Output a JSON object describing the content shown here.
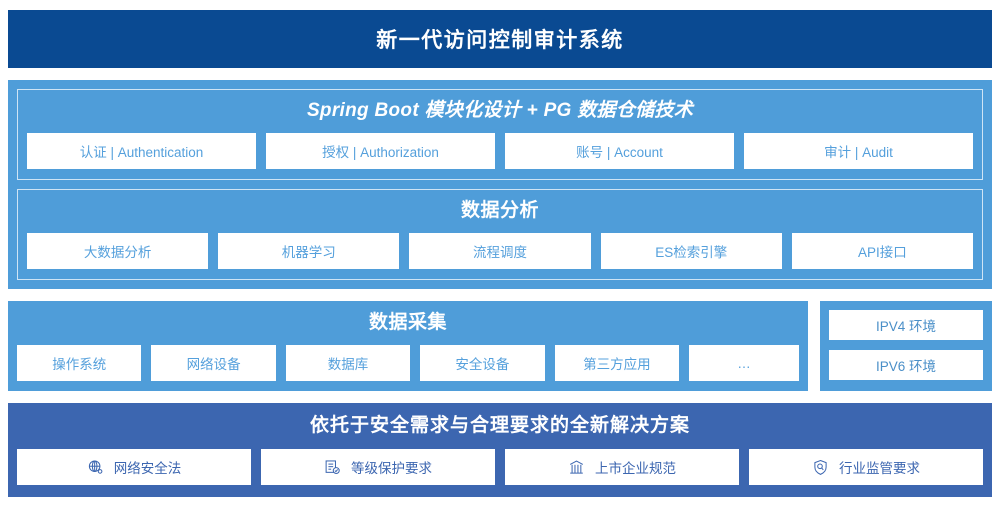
{
  "header": {
    "title": "新一代访问控制审计系统"
  },
  "platform": {
    "groups": [
      {
        "title": "Spring Boot 模块化设计 + PG 数据仓储技术",
        "italic": true,
        "chips": [
          {
            "label": "认证 | Authentication"
          },
          {
            "label": "授权 | Authorization"
          },
          {
            "label": "账号 | Account"
          },
          {
            "label": "审计 | Audit"
          }
        ]
      },
      {
        "title": "数据分析",
        "italic": false,
        "chips": [
          {
            "label": "大数据分析"
          },
          {
            "label": "机器学习"
          },
          {
            "label": "流程调度"
          },
          {
            "label": "ES检索引擎"
          },
          {
            "label": "API接口"
          }
        ]
      }
    ]
  },
  "collection": {
    "title": "数据采集",
    "chips": [
      {
        "label": "操作系统"
      },
      {
        "label": "网络设备"
      },
      {
        "label": "数据库"
      },
      {
        "label": "安全设备"
      },
      {
        "label": "第三方应用"
      },
      {
        "label": "…"
      }
    ],
    "environments": [
      {
        "label": "IPV4 环境"
      },
      {
        "label": "IPV6 环境"
      }
    ]
  },
  "solution": {
    "title": "依托于安全需求与合理要求的全新解决方案",
    "chips": [
      {
        "label": "网络安全法",
        "icon": "globe-network-icon"
      },
      {
        "label": "等级保护要求",
        "icon": "document-check-icon"
      },
      {
        "label": "上市企业规范",
        "icon": "bank-building-icon"
      },
      {
        "label": "行业监管要求",
        "icon": "shield-search-icon"
      }
    ]
  },
  "colors": {
    "header_bg": "#0a4a92",
    "panel_bg": "#4f9dd9",
    "solution_bg": "#3c66b0",
    "chip_text": "#55a0dc",
    "solution_chip_text": "#3c66b0"
  }
}
